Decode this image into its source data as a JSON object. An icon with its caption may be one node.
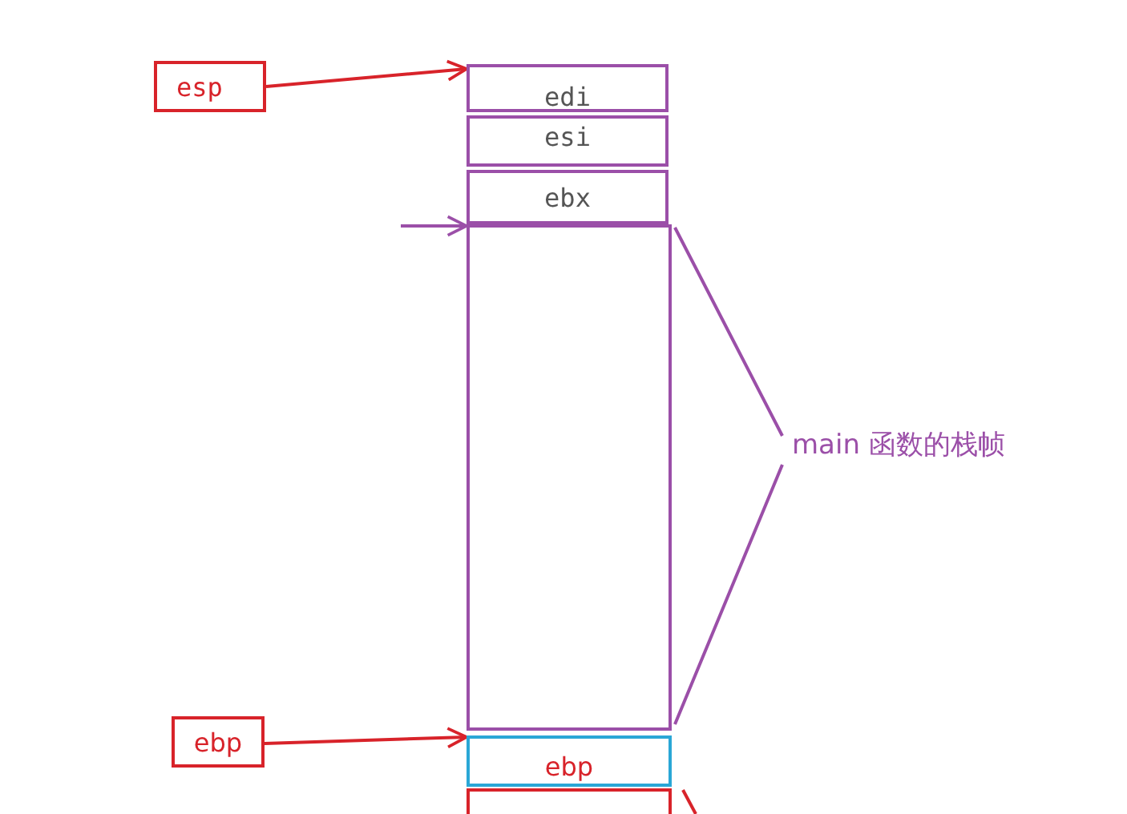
{
  "diagram": {
    "nodes": [
      {
        "text": [
          "esp"
        ]
      },
      {
        "text": [
          "edi"
        ]
      },
      {
        "text": [
          "esi"
        ]
      },
      {
        "text": [
          "ebx"
        ]
      },
      {
        "text": [],
        "shape": "box"
      },
      {
        "text": [
          "ebp"
        ]
      },
      {
        "text": [
          "ebp"
        ]
      },
      {
        "text": [],
        "shape": "box"
      }
    ],
    "edges": [
      {
        "from": 0,
        "to": 1,
        "arrow": "to"
      },
      {
        "from": null,
        "to": 4,
        "arrow": "to",
        "color": "#9b4fa8"
      },
      {
        "from": 5,
        "to": 6,
        "arrow": "to"
      }
    ],
    "labels": [
      "main 函数的栈帧"
    ]
  }
}
